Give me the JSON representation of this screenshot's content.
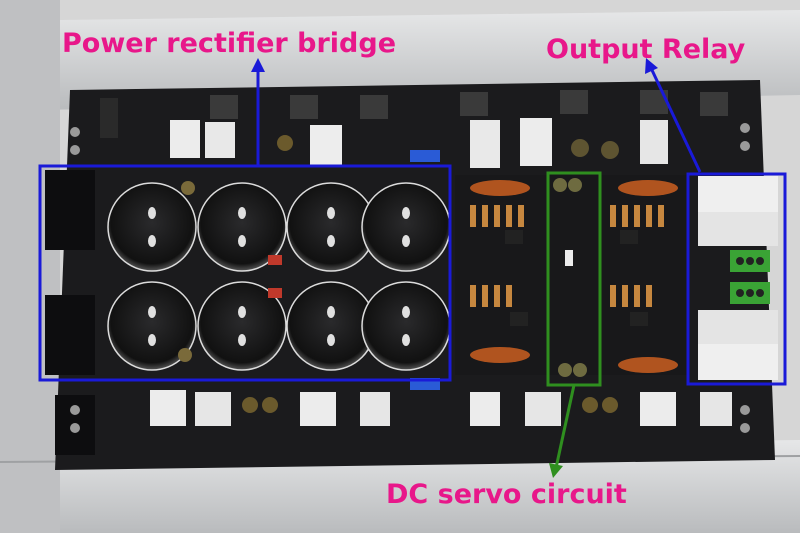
{
  "annotations": {
    "rectifier_label": "Power rectifier bridge",
    "relay_label": "Output Relay",
    "servo_label": "DC servo circuit"
  },
  "colors": {
    "label_text": "#e8178a",
    "box_blue": "#1a1ad8",
    "box_green": "#2f8f1f",
    "pcb": "#1b1b1d",
    "heatsink": "#c9cbcd"
  }
}
